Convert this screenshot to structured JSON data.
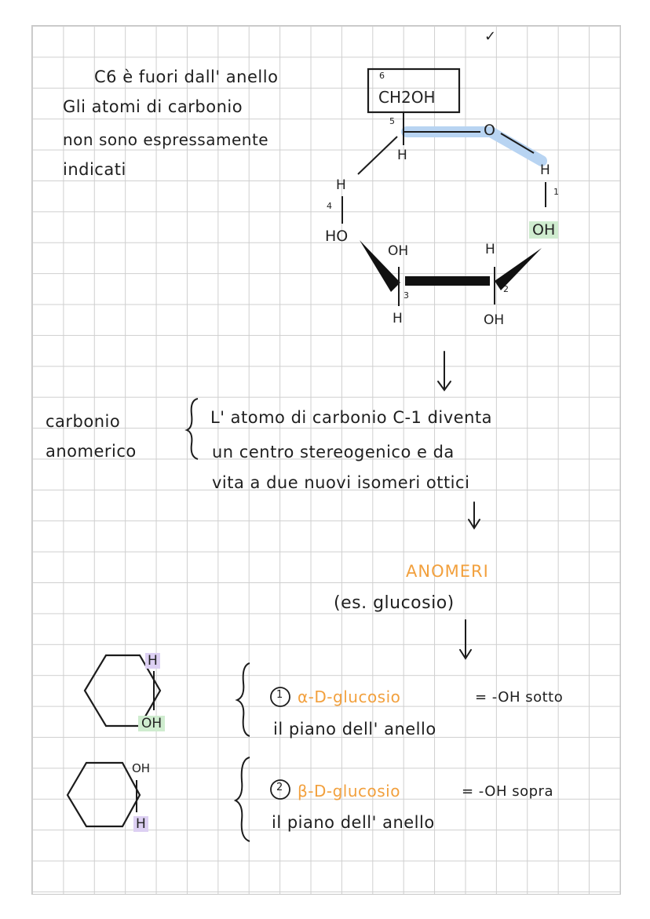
{
  "notes": {
    "intro_line1": "C6 è fuori dall' anello",
    "intro_line2": "Gli atomi di carbonio",
    "intro_line3": "non sono espressamente",
    "intro_line4": "indicati",
    "anomeric_term_line1": "carbonio",
    "anomeric_term_line2": "anomerico",
    "anomeric_def_line1": "L' atomo di carbonio C-1 diventa",
    "anomeric_def_line2": "un centro stereogenico e da",
    "anomeric_def_line3": "vita a due nuovi isomeri ottici",
    "anomers_title": "ANOMERI",
    "anomers_example": "(es. glucosio)",
    "alpha_number": "1",
    "alpha_name": "α-D-glucosio",
    "alpha_rule": "= -OH sotto",
    "alpha_rule_line2": "il piano dell' anello",
    "beta_number": "2",
    "beta_name": "β-D-glucosio",
    "beta_rule": "= -OH sopra",
    "beta_rule_line2": "il piano dell' anello",
    "checkmark": "✓"
  },
  "molecule": {
    "c6_number": "6",
    "c6_group": "CH2OH",
    "c5_number": "5",
    "c5_h": "H",
    "ring_oxygen": "O",
    "c1_h": "H",
    "c1_number": "1",
    "c1_oh": "OH",
    "c4_h": "H",
    "c4_number": "4",
    "c4_ho": "HO",
    "c3_oh": "OH",
    "c3_number": "3",
    "c3_h": "H",
    "c2_h": "H",
    "c2_number": "2",
    "c2_oh": "OH"
  },
  "anomer_alpha": {
    "top": "H",
    "bottom": "OH"
  },
  "anomer_beta": {
    "top": "OH",
    "bottom": "H"
  },
  "colors": {
    "accent_orange": "#f2a03d",
    "highlight_green": "#cfeccf",
    "highlight_purple": "#ddd0f3",
    "highlight_blue": "#b8d4f2",
    "grid": "#cfcfcf"
  }
}
